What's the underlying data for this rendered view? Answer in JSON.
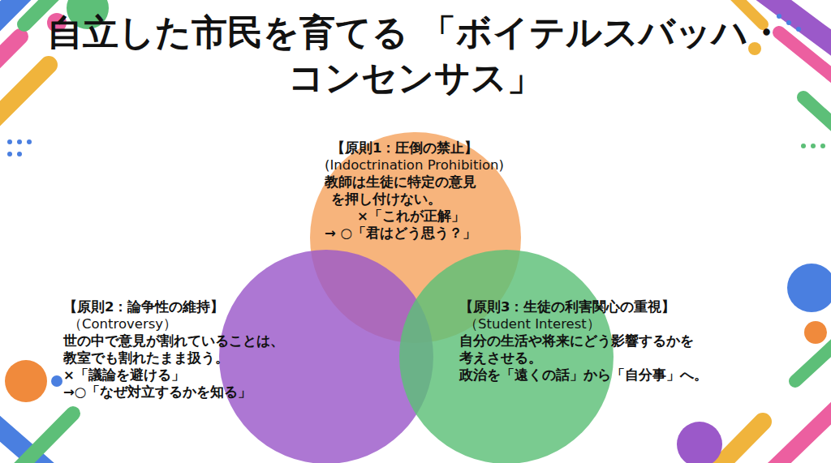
{
  "diagram": {
    "title": "自立した市民を育てる 「ボイテルスバッハ・コンセンサス」",
    "nodes": [
      {
        "text": [
          "【原則1：圧倒の禁止】",
          "(Indoctrination Prohibition)",
          "教師は生徒に特定の意見",
          "を押し付けない。",
          "×「これが正解」",
          "→ ○「君はどう思う？」"
        ]
      },
      {
        "text": [
          "【原則2：論争性の維持】",
          "（Controversy）",
          "世の中で意見が割れていることは、",
          "教室でも割れたまま扱う。",
          "×「議論を避ける」",
          "→○「なぜ対立するかを知る」"
        ]
      },
      {
        "text": [
          "【原則3：生徒の利害関心の重視】",
          "（Student Interest）",
          "自分の生活や将来にどう影響するかを",
          "考えさせる。",
          "政治を「遠くの話」から「自分事」へ。"
        ]
      }
    ]
  }
}
